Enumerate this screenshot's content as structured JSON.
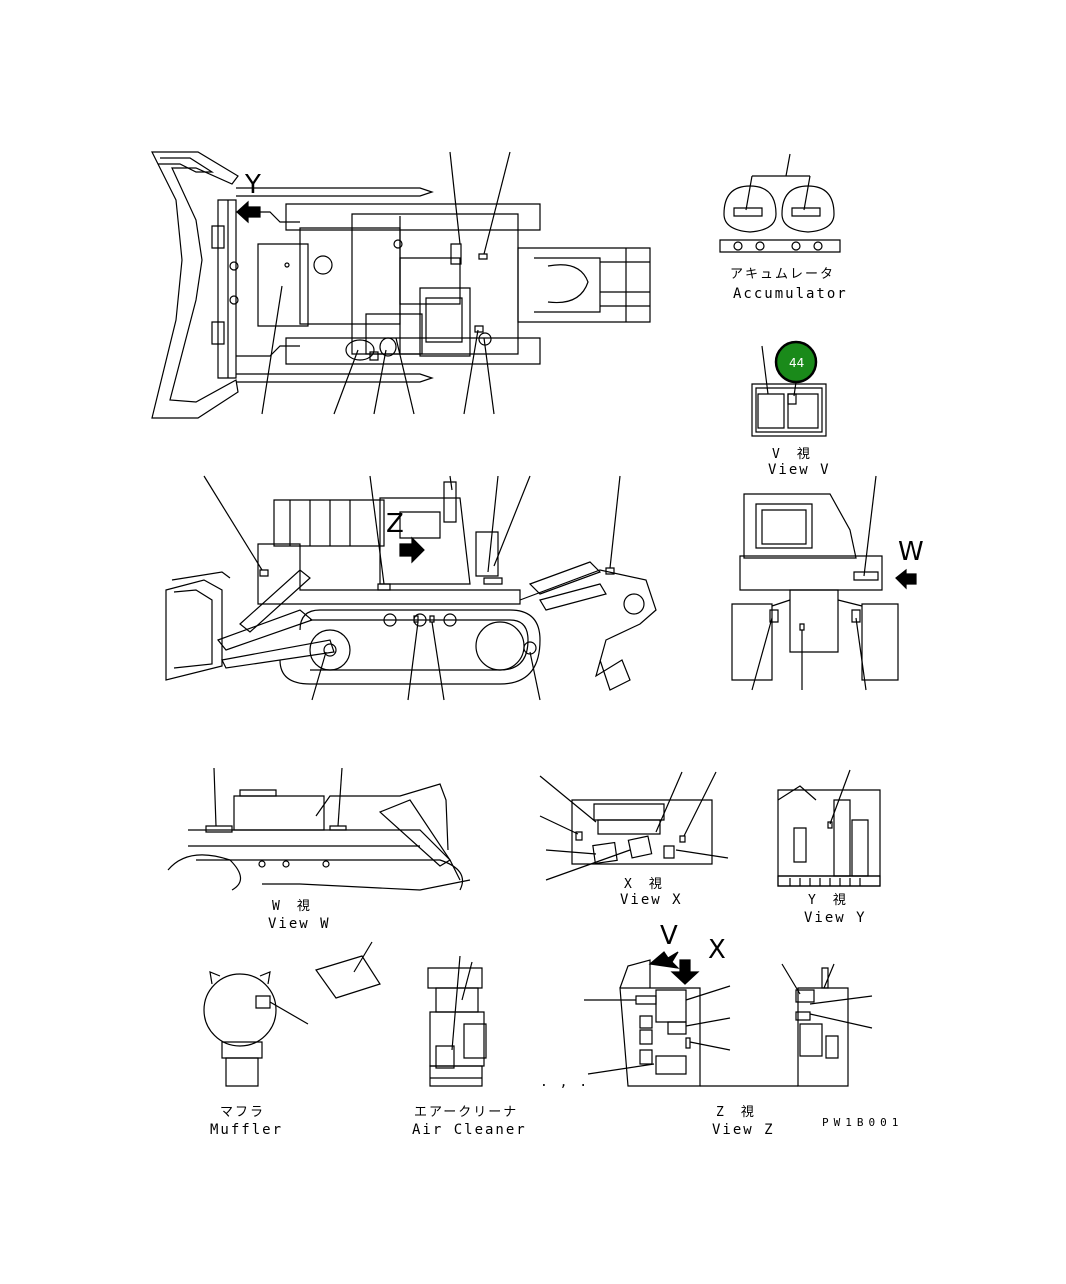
{
  "labels": {
    "accumulator_jp": "アキュムレータ",
    "accumulator_en": "Accumulator",
    "view_v_jp": "V　視",
    "view_v_en": "View V",
    "view_w_jp": "W　視",
    "view_w_en": "View W",
    "view_x_jp": "X　視",
    "view_x_en": "View X",
    "view_y_jp": "Y　視",
    "view_y_en": "View Y",
    "view_z_jp": "Z　視",
    "view_z_en": "View Z",
    "muffler_jp": "マフラ",
    "muffler_en": "Muffler",
    "air_cleaner_jp": "エアークリーナ",
    "air_cleaner_en": "Air Cleaner",
    "drawing_code": "PW1B001",
    "dots": ". , ."
  },
  "view_letters": {
    "y_top": "Y",
    "z_side": "Z",
    "w_rear": "W",
    "v_zview": "V",
    "x_zview": "X"
  },
  "badge": {
    "number": "44",
    "color": "#1a8a1a"
  }
}
